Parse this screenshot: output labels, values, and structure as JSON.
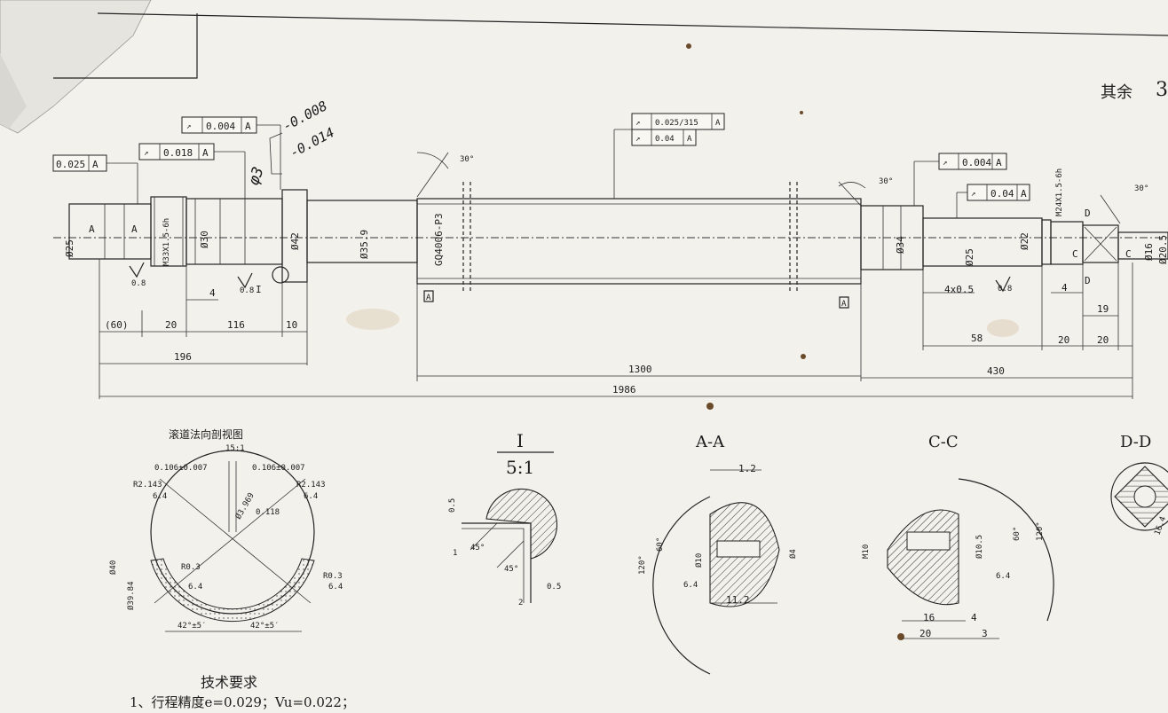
{
  "remainder_note": "其余",
  "remainder_symbol": "3",
  "main_view": {
    "tolerance_frames": [
      {
        "value": "0.025",
        "datum": "A"
      },
      {
        "value": "0.018",
        "datum": "A"
      },
      {
        "value": "0.004",
        "datum": "A"
      },
      {
        "value": "0.025/315",
        "datum": "A"
      },
      {
        "value": "0.04",
        "datum": "A"
      },
      {
        "value": "0.004",
        "datum": "A"
      },
      {
        "value": "0.04",
        "datum": "A"
      }
    ],
    "handwritten": {
      "upper": "-0.008",
      "lower": "-0.014",
      "prefix": "φ3"
    },
    "diameters": {
      "d25_left": "Ø25",
      "m33": "M33X1.5-6h",
      "d30": "Ø30",
      "d42": "Ø42",
      "d35_9": "Ø35.9",
      "gq": "GQ4006-P3",
      "d34": "Ø34",
      "d25_right": "Ø25",
      "d22": "Ø22",
      "m24": "M24X1.5-6h",
      "d16": "Ø16",
      "d20": "Ø20.5"
    },
    "angles": {
      "a1": "30°",
      "a2": "30°",
      "a3": "30°"
    },
    "dims": {
      "d60": "(60)",
      "d20a": "20",
      "d116": "116",
      "d10": "10",
      "d4a": "4",
      "d196": "196",
      "d1300": "1300",
      "d1986": "1986",
      "d430": "430",
      "d4x05": "4x0.5",
      "d58": "58",
      "d4b": "4",
      "d20b": "20",
      "d20c": "20",
      "d19": "19"
    },
    "datum_labels": {
      "A": "A",
      "C": "C",
      "D": "D",
      "I": "I"
    },
    "roughness": {
      "r1": "0.8",
      "r2": "0.8",
      "r3": "0.8"
    }
  },
  "detail_groove": {
    "title": "滚道法向剖视图",
    "scale": "15:1",
    "labels": {
      "t1": "0.106±0.007",
      "t2": "0.106±0.007",
      "r1": "R2.143",
      "r2": "R2.143",
      "r3": "R0.3",
      "r4": "R0.3",
      "d3969": "Ø3.969",
      "v0118": "0.118",
      "d40": "Ø40",
      "d39": "Ø39.84",
      "a1": "42°±5′",
      "a2": "42°±5′",
      "rr1": "6.4",
      "rr2": "6.4",
      "rr3": "6.4",
      "rr4": "6.4"
    }
  },
  "detail_I": {
    "title": "I",
    "scale": "5:1",
    "labels": {
      "d05a": "0.5",
      "a45a": "45°",
      "a45b": "45°",
      "d05b": "0.5",
      "d2": "2",
      "d1": "1"
    }
  },
  "section_AA": {
    "title": "A-A",
    "labels": {
      "d12": "1.2",
      "d112": "11.2",
      "a120": "120°",
      "a60": "60°",
      "d10": "Ø10",
      "d4": "Ø4",
      "r": "6.4"
    }
  },
  "section_CC": {
    "title": "C-C",
    "labels": {
      "m10": "M10",
      "d105": "Ø10.5",
      "a60": "60°",
      "a120": "120°",
      "d16": "16",
      "d4": "4",
      "d20": "20",
      "d3": "3",
      "r": "6.4"
    }
  },
  "section_DD": {
    "title": "D-D",
    "labels": {
      "d164": "16.4"
    }
  },
  "tech_req": {
    "title": "技术要求",
    "line1": "1、行程精度e=0.029；Vu=0.022；"
  }
}
